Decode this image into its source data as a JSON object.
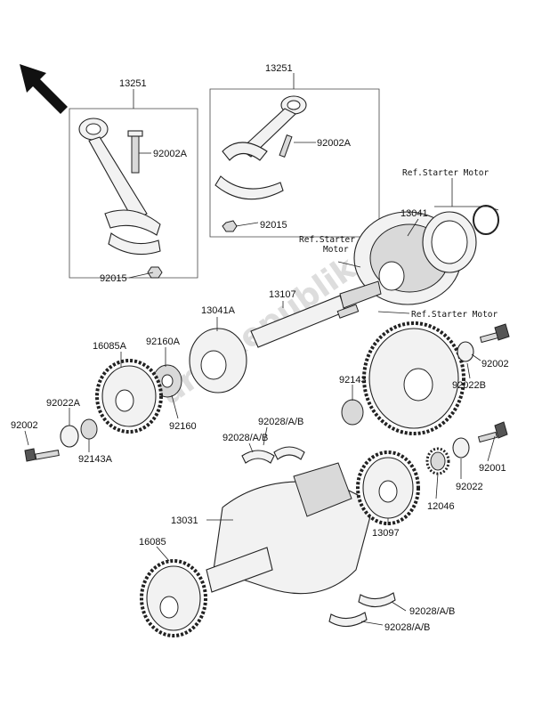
{
  "watermark": "PartsRepublik",
  "labels": {
    "rod_left": "13251",
    "rod_right": "13251",
    "bolt_left": "92002A",
    "bolt_right": "92002A",
    "nut_left": "92015",
    "nut_right": "92015",
    "ref_starter_top": "Ref.Starter Motor",
    "ref_starter_mid_1": "Ref.Starter",
    "ref_starter_mid_2": "Motor",
    "ref_starter_low": "Ref.Starter Motor",
    "clutch_13041": "13041",
    "shaft_13107": "13107",
    "clutch_13041a": "13041A",
    "gear_16085a": "16085A",
    "damper_92160a": "92160A",
    "damper_92160": "92160",
    "bolt_92002_right": "92002",
    "washer_92022b": "92022B",
    "bush_92143": "92143",
    "bearings_upper_1": "92028/A/B",
    "bearings_upper_2": "92028/A/B",
    "washer_92022a": "92022A",
    "bolt_92002_left": "92002",
    "bush_92143a": "92143A",
    "bolt_92001": "92001",
    "washer_92022": "92022",
    "gear_12046": "12046",
    "crank_13031": "13031",
    "gear_13097": "13097",
    "gear_16085": "16085",
    "bearings_lower_1": "92028/A/B",
    "bearings_lower_2": "92028/A/B"
  }
}
